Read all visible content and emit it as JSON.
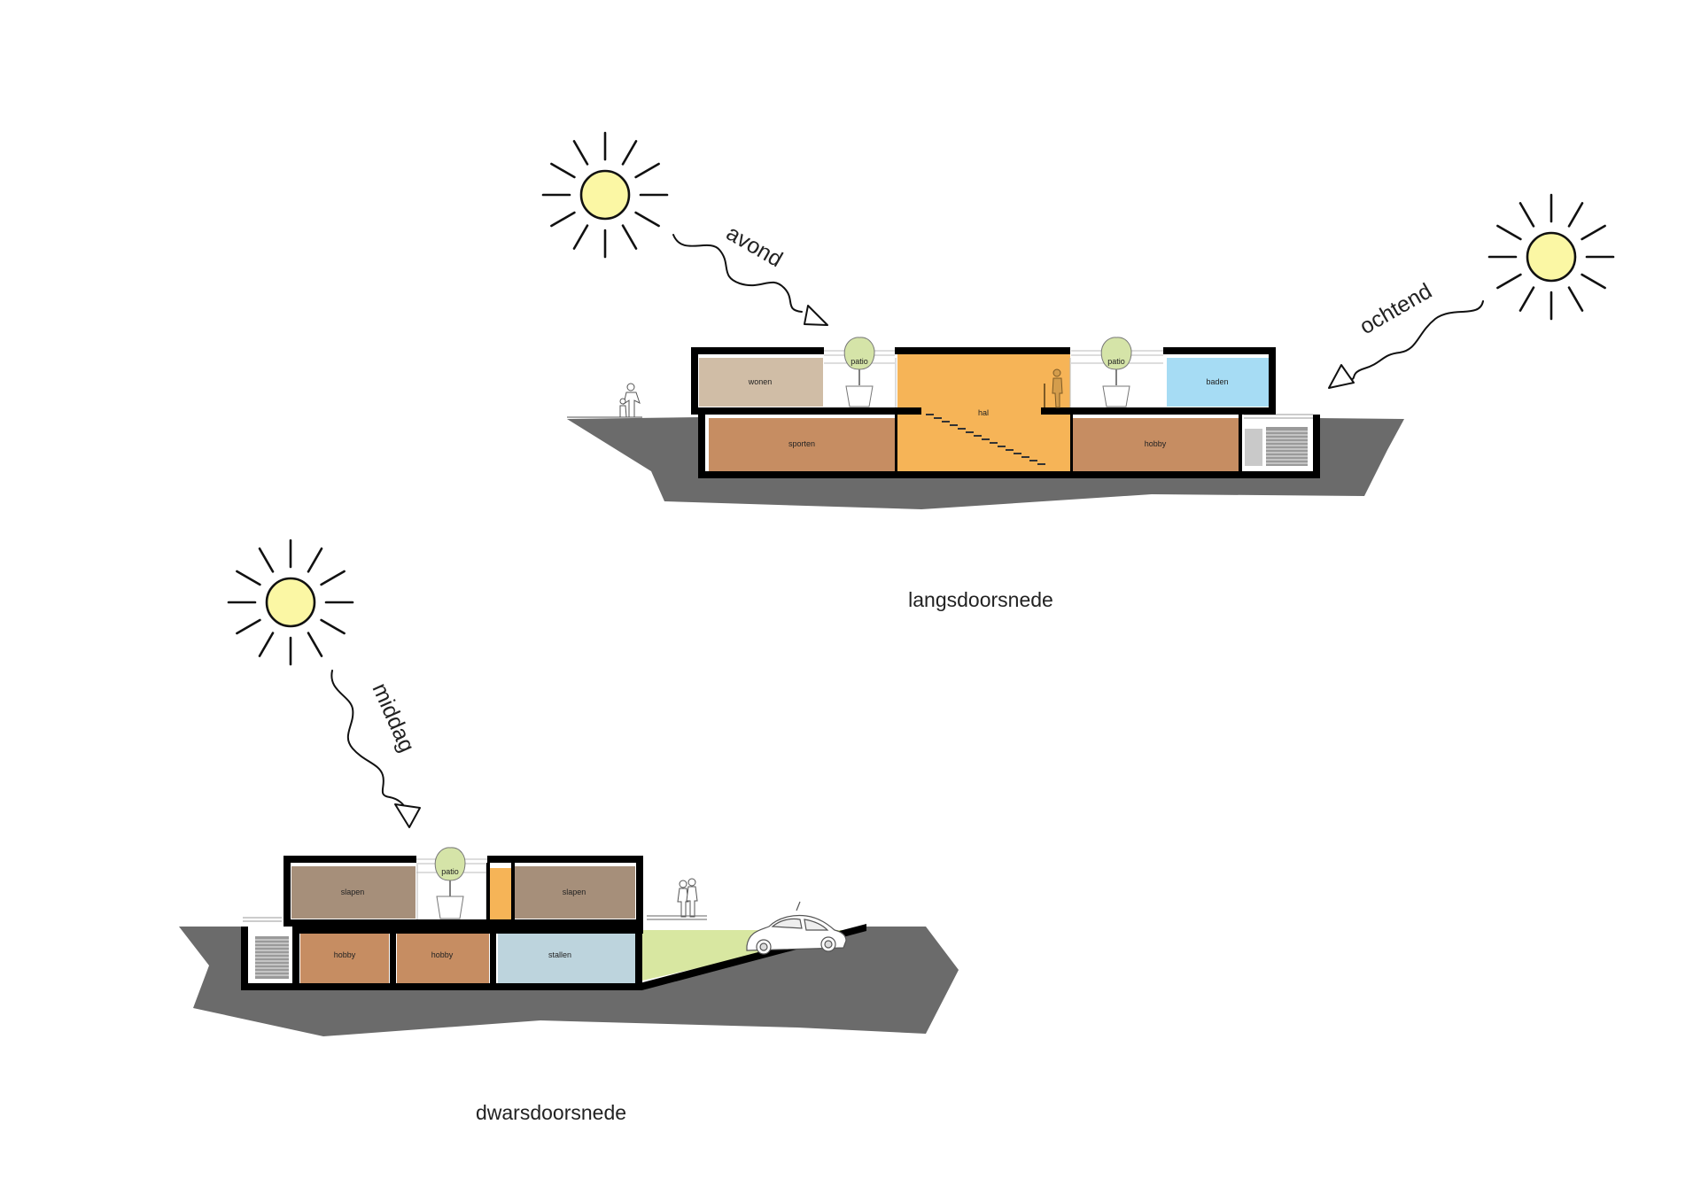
{
  "colors": {
    "ground": "#6b6b6b",
    "wall": "#000000",
    "sun": "#fbf7a4",
    "wonen": "#d0bda6",
    "sporten": "#c68d62",
    "hal": "#f6b457",
    "hobby": "#c68d62",
    "baden": "#a6dcf4",
    "slapen": "#a68f7a",
    "stallen": "#bdd4dd",
    "tree": "#d5e4a8",
    "lawn": "#d8e7a1"
  },
  "longitudinal": {
    "caption": "langsdoorsnede",
    "sun_evening_label": "avond",
    "sun_morning_label": "ochtend",
    "rooms": {
      "wonen": "wonen",
      "patio_1": "patio",
      "patio_2": "patio",
      "baden": "baden",
      "hal": "hal",
      "sporten": "sporten",
      "hobby": "hobby"
    }
  },
  "cross": {
    "caption": "dwarsdoorsnede",
    "sun_label": "middag",
    "rooms": {
      "slapen_1": "slapen",
      "patio": "patio",
      "slapen_2": "slapen",
      "hobby_1": "hobby",
      "hobby_2": "hobby",
      "stallen": "stallen"
    }
  }
}
